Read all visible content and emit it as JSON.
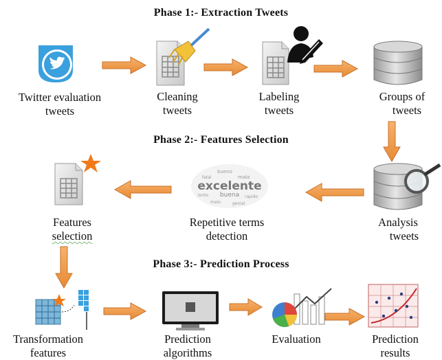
{
  "phases": {
    "p1": "Phase 1:- Extraction Tweets",
    "p2": "Phase 2:-  Features Selection",
    "p3": "Phase 3:-  Prediction  Process"
  },
  "nodes": {
    "twitter": {
      "line1": "Twitter  evaluation",
      "line2": "tweets",
      "icon": "twitter-icon"
    },
    "cleaning": {
      "line1": "Cleaning",
      "line2": "tweets",
      "icon": "cleaning-document-icon"
    },
    "labeling": {
      "line1": "Labeling",
      "line2": "tweets",
      "icon": "labeling-document-icon"
    },
    "groups": {
      "line1": "Groups of",
      "line2": "tweets",
      "icon": "database-icon"
    },
    "analysis": {
      "line1": "Analysis",
      "line2": "tweets",
      "icon": "database-search-icon"
    },
    "repetitive": {
      "line1": "Repetitive terms",
      "line2": "detection",
      "icon": "word-cloud-icon"
    },
    "features": {
      "line1": "Features",
      "line2": "selection",
      "icon": "features-document-icon"
    },
    "transformation": {
      "line1": "Transformation",
      "line2": "features",
      "icon": "transformation-icon"
    },
    "algorithms": {
      "line1": "Prediction",
      "line2": "algorithms",
      "icon": "monitor-icon"
    },
    "evaluation": {
      "line1": "Evaluation",
      "icon": "evaluation-chart-icon"
    },
    "results": {
      "line1": "Prediction",
      "line2": "results",
      "icon": "scatter-plot-icon"
    }
  },
  "wordcloud": {
    "big": "excelente",
    "mid": "buena",
    "small": [
      "bueno",
      "fatal",
      "mala",
      "lento",
      "rapido",
      "malo",
      "genial"
    ]
  },
  "colors": {
    "arrow_fill": "#f0a050",
    "arrow_stroke": "#c8702a",
    "twitter_blue": "#3aa0de",
    "star": "#f07a1a"
  }
}
